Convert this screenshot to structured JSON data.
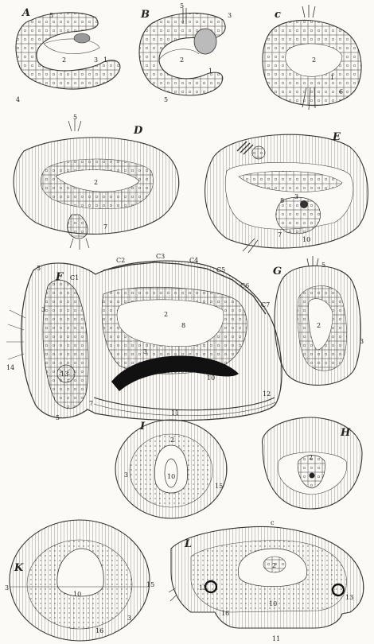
{
  "figure": {
    "panels": [
      {
        "id": "A",
        "letter": "A",
        "numbers": [
          "5",
          "2",
          "3",
          "1",
          "4"
        ]
      },
      {
        "id": "B",
        "letter": "B",
        "numbers": [
          "5",
          "3",
          "2",
          "1",
          "5"
        ]
      },
      {
        "id": "C",
        "letter": "C",
        "numbers": [
          "2",
          "1",
          "6"
        ]
      },
      {
        "id": "D",
        "letter": "D",
        "numbers": [
          "5",
          "2",
          "7"
        ]
      },
      {
        "id": "E",
        "letter": "E",
        "numbers": [
          "8",
          "3",
          "7",
          "10"
        ]
      },
      {
        "id": "F",
        "letter": "F",
        "numbers": [
          "C1",
          "C2",
          "C3",
          "C4",
          "C5",
          "C6",
          "C7",
          "5",
          "3",
          "13",
          "14",
          "2",
          "8",
          "3",
          "10",
          "12",
          "11",
          "7",
          "5"
        ]
      },
      {
        "id": "G",
        "letter": "G",
        "numbers": [
          "5",
          "2",
          "3"
        ]
      },
      {
        "id": "H",
        "letter": "H",
        "numbers": [
          "2"
        ]
      },
      {
        "id": "I",
        "letter": "I",
        "numbers": [
          "2",
          "3",
          "10",
          "15"
        ]
      },
      {
        "id": "K",
        "letter": "K",
        "numbers": [
          "3",
          "10",
          "15",
          "3",
          "16"
        ]
      },
      {
        "id": "L",
        "letter": "L",
        "numbers": [
          "c",
          "2",
          "13",
          "13",
          "10",
          "16",
          "11"
        ]
      }
    ]
  }
}
